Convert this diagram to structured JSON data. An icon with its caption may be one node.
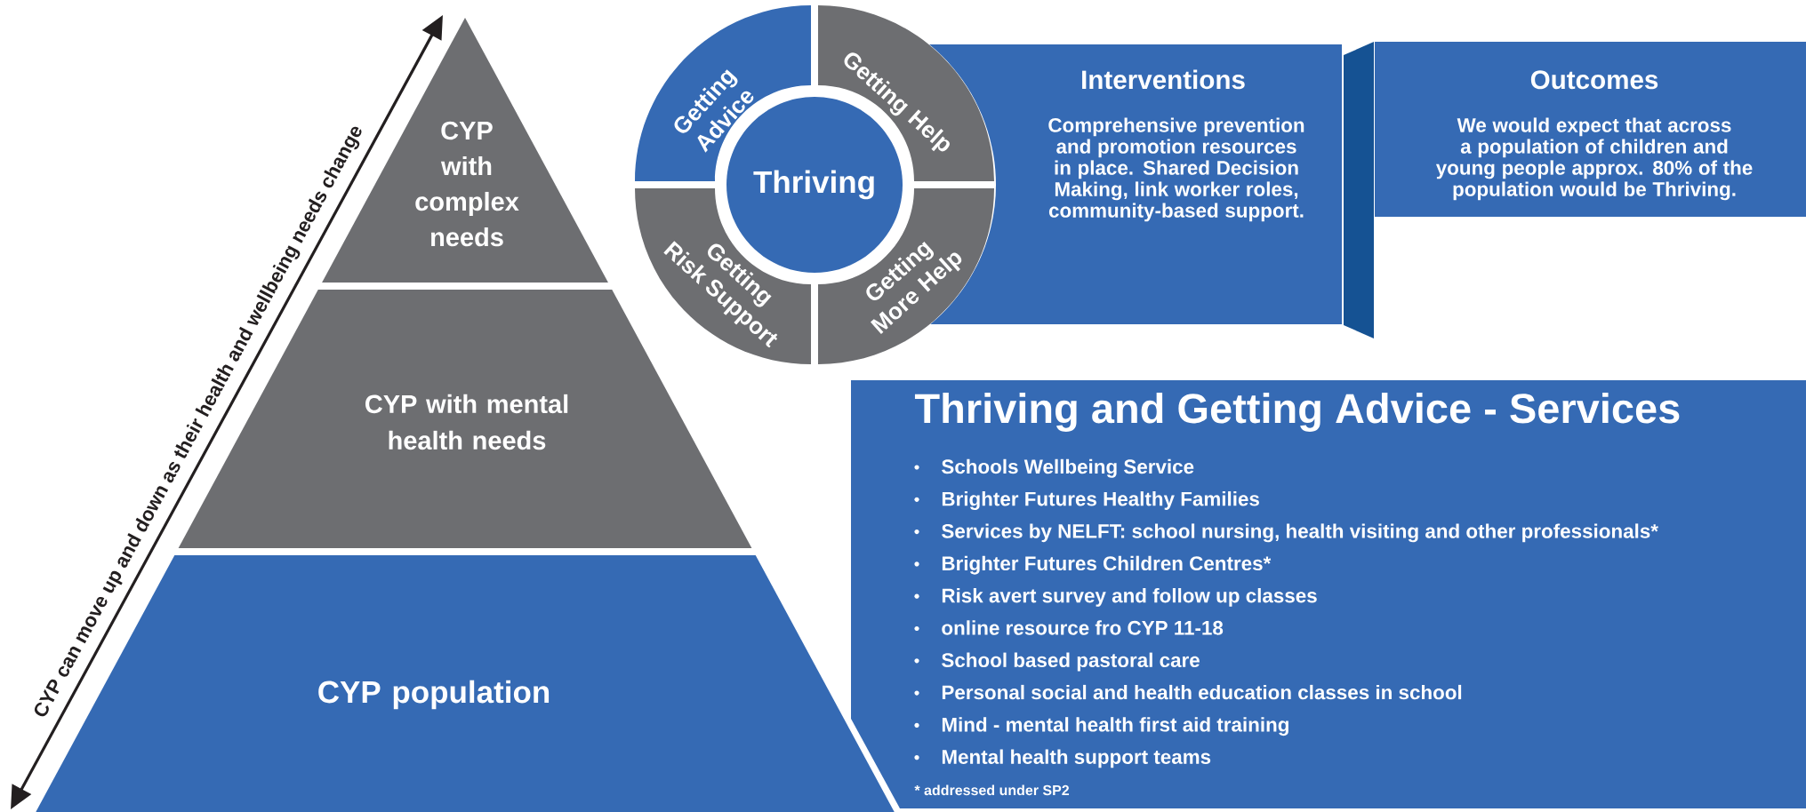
{
  "diagram": {
    "nodes": [
      {
        "text": [
          "CYP with complex needs"
        ]
      },
      {
        "text": [
          "CYP with mental health needs"
        ]
      },
      {
        "text": [
          "CYP population"
        ]
      },
      {
        "text": [
          "Thriving"
        ]
      },
      {
        "text": [
          "Getting Advice"
        ]
      },
      {
        "text": [
          "Getting Help"
        ]
      },
      {
        "text": [
          "Getting More Help"
        ]
      },
      {
        "text": [
          "Getting Risk Support"
        ]
      },
      {
        "text": [
          "Interventions",
          "Comprehensive prevention and promotion resources in place. Shared Decision Making, link worker roles, community-based support."
        ]
      },
      {
        "text": [
          "Outcomes",
          "We would expect that across a population of children and young people approx. 80% of the population would be Thriving."
        ]
      },
      {
        "text": [
          "Thriving and Getting Advice - Services",
          "Schools Wellbeing Service",
          "Brighter Futures Healthy Families",
          "Services by NELFT: school nursing, health visiting and other professionals*",
          "Brighter Futures Children Centres*",
          "Risk avert survey and follow up classes",
          "online resource fro CYP 11-18",
          "School based pastoral care",
          "Personal social and health education classes in school",
          "Mind - mental health first aid training",
          "Mental health support teams",
          "* addressed under SP2"
        ]
      }
    ],
    "labels": [
      "CYP can move up and down as their health and wellbeing needs change"
    ]
  }
}
